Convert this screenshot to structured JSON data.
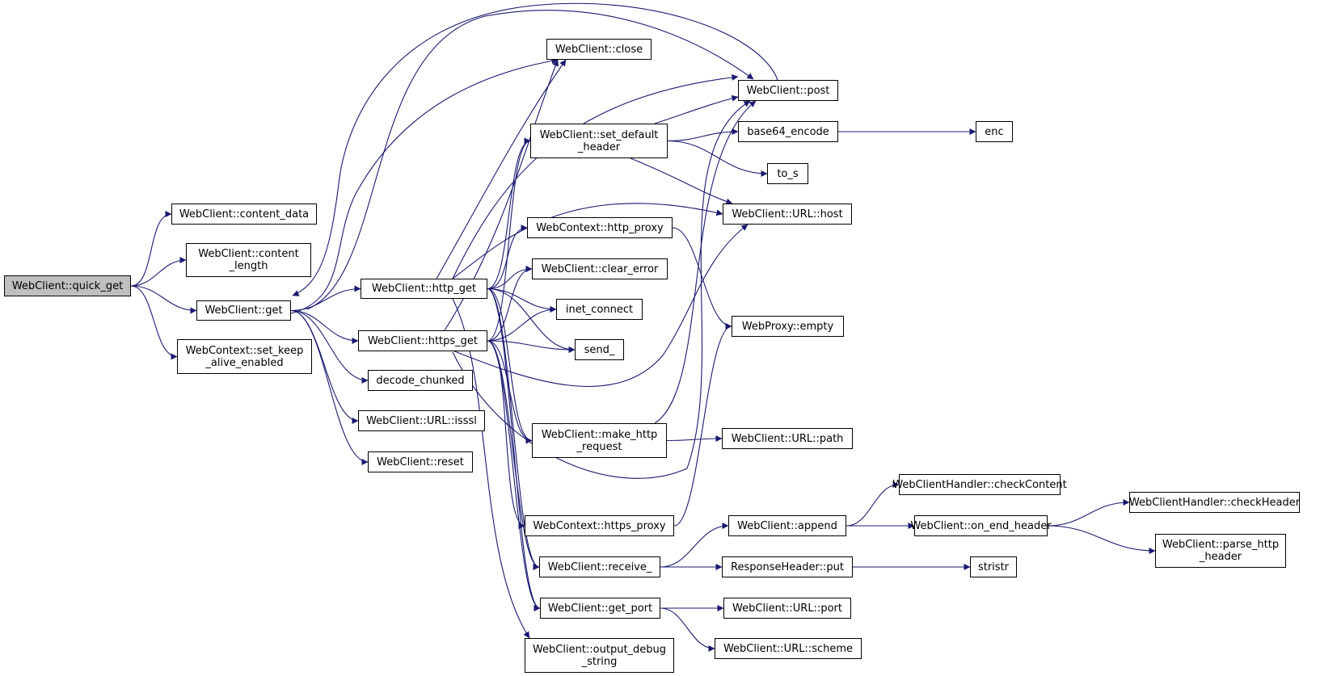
{
  "colors": {
    "edge": "#191970",
    "node_border": "#000000",
    "root_fill": "#bfbfbf",
    "node_fill": "#ffffff"
  },
  "nodes": {
    "quick_get": "WebClient::quick_get",
    "content_data": "WebClient::content_data",
    "content_length": "WebClient::content\n_length",
    "get": "WebClient::get",
    "set_keep_alive": "WebContext::set_keep\n_alive_enabled",
    "http_get": "WebClient::http_get",
    "https_get": "WebClient::https_get",
    "decode_chunked": "decode_chunked",
    "isssl": "WebClient::URL::isssl",
    "reset": "WebClient::reset",
    "close": "WebClient::close",
    "set_default_header": "WebClient::set_default\n_header",
    "http_proxy": "WebContext::http_proxy",
    "clear_error": "WebClient::clear_error",
    "inet_connect": "inet_connect",
    "send_": "send_",
    "make_http_request": "WebClient::make_http\n_request",
    "https_proxy": "WebContext::https_proxy",
    "receive_": "WebClient::receive_",
    "get_port": "WebClient::get_port",
    "output_debug_string": "WebClient::output_debug\n_string",
    "post": "WebClient::post",
    "base64_encode": "base64_encode",
    "to_s": "to_s",
    "url_host": "WebClient::URL::host",
    "proxy_empty": "WebProxy::empty",
    "url_path": "WebClient::URL::path",
    "append": "WebClient::append",
    "response_put": "ResponseHeader::put",
    "url_port": "WebClient::URL::port",
    "url_scheme": "WebClient::URL::scheme",
    "enc": "enc",
    "check_content": "WebClientHandler::checkContent",
    "on_end_header": "WebClient::on_end_header",
    "stristr": "stristr",
    "check_header": "WebClientHandler::checkHeader",
    "parse_http_header": "WebClient::parse_http\n_header"
  },
  "edges": [
    [
      "quick_get",
      "content_data"
    ],
    [
      "quick_get",
      "content_length"
    ],
    [
      "quick_get",
      "get"
    ],
    [
      "quick_get",
      "set_keep_alive"
    ],
    [
      "get",
      "http_get"
    ],
    [
      "get",
      "https_get"
    ],
    [
      "get",
      "decode_chunked"
    ],
    [
      "get",
      "isssl"
    ],
    [
      "get",
      "reset"
    ],
    [
      "get",
      "close"
    ],
    [
      "get",
      "post"
    ],
    [
      "post",
      "get"
    ],
    [
      "http_get",
      "close"
    ],
    [
      "http_get",
      "set_default_header"
    ],
    [
      "http_get",
      "post"
    ],
    [
      "http_get",
      "url_host"
    ],
    [
      "http_get",
      "http_proxy"
    ],
    [
      "http_get",
      "clear_error"
    ],
    [
      "http_get",
      "inet_connect"
    ],
    [
      "http_get",
      "send_"
    ],
    [
      "http_get",
      "make_http_request"
    ],
    [
      "http_get",
      "receive_"
    ],
    [
      "http_get",
      "get_port"
    ],
    [
      "http_get",
      "output_debug_string"
    ],
    [
      "https_get",
      "close"
    ],
    [
      "https_get",
      "set_default_header"
    ],
    [
      "https_get",
      "clear_error"
    ],
    [
      "https_get",
      "inet_connect"
    ],
    [
      "https_get",
      "send_"
    ],
    [
      "https_get",
      "make_http_request"
    ],
    [
      "https_get",
      "https_proxy"
    ],
    [
      "https_get",
      "receive_"
    ],
    [
      "https_get",
      "get_port"
    ],
    [
      "https_get",
      "url_host"
    ],
    [
      "https_get",
      "post"
    ],
    [
      "set_default_header",
      "post"
    ],
    [
      "set_default_header",
      "base64_encode"
    ],
    [
      "set_default_header",
      "to_s"
    ],
    [
      "set_default_header",
      "url_host"
    ],
    [
      "base64_encode",
      "enc"
    ],
    [
      "http_proxy",
      "proxy_empty"
    ],
    [
      "https_proxy",
      "proxy_empty"
    ],
    [
      "make_http_request",
      "url_path"
    ],
    [
      "make_http_request",
      "post"
    ],
    [
      "receive_",
      "append"
    ],
    [
      "receive_",
      "response_put"
    ],
    [
      "append",
      "check_content"
    ],
    [
      "append",
      "on_end_header"
    ],
    [
      "on_end_header",
      "check_header"
    ],
    [
      "on_end_header",
      "parse_http_header"
    ],
    [
      "response_put",
      "stristr"
    ],
    [
      "get_port",
      "url_port"
    ],
    [
      "get_port",
      "url_scheme"
    ]
  ]
}
